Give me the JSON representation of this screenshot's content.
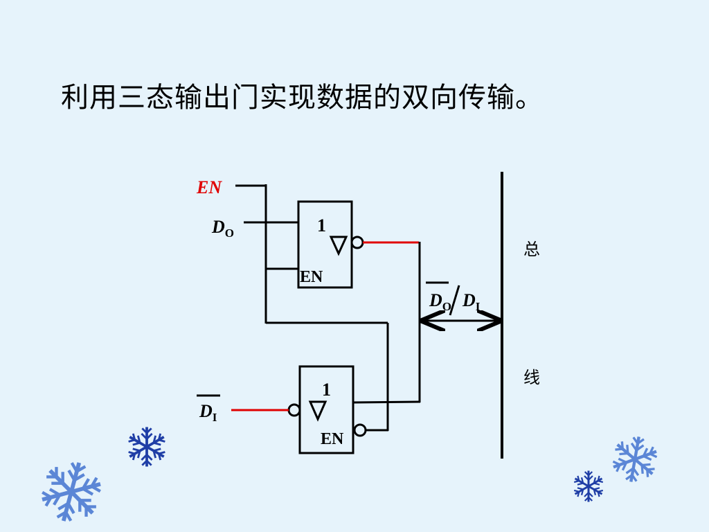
{
  "title": "利用三态输出门实现数据的双向传输。",
  "upper_gate": {
    "symbol_number": "1",
    "enable_label": "EN"
  },
  "lower_gate": {
    "symbol_number": "1",
    "enable_label": "EN"
  },
  "signals": {
    "en": "EN",
    "do_main": "D",
    "do_sub": "O",
    "di_main": "D",
    "di_sub": "I",
    "bus_do_main": "D",
    "bus_do_sub": "O",
    "bus_slash": "/",
    "bus_di_main": "D",
    "bus_di_sub": "I"
  },
  "bus": {
    "char_top": "总",
    "char_bottom": "线"
  },
  "colors": {
    "background": "#e6f3fb",
    "wire": "#000000",
    "highlight": "#e00000",
    "snowflake_dark": "#1f3ea6",
    "snowflake_light": "#5b86d6"
  },
  "decorations": [
    "snowflake-icon",
    "snowflake-icon",
    "snowflake-icon",
    "snowflake-icon"
  ]
}
